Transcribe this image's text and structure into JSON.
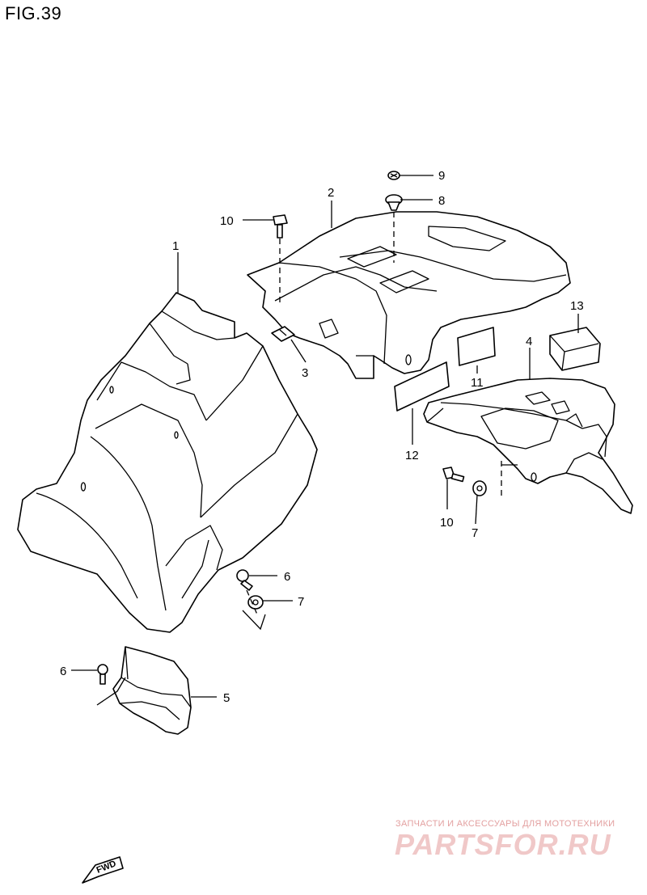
{
  "figure": {
    "title": "FIG.39"
  },
  "callouts": {
    "c1": "1",
    "c2": "2",
    "c3": "3",
    "c4": "4",
    "c5": "5",
    "c6a": "6",
    "c6b": "6",
    "c7a": "7",
    "c7b": "7",
    "c8": "8",
    "c9": "9",
    "c10a": "10",
    "c10b": "10",
    "c11": "11",
    "c12": "12",
    "c13": "13"
  },
  "fwd_marker": {
    "label": "FWD",
    "icon": "fwd-arrow-icon"
  },
  "watermark": {
    "caption": "ЗАПЧАСТИ И АКСЕССУАРЫ ДЛЯ МОТОТЕХНИКИ",
    "logo": "PARTSFOR.RU"
  }
}
